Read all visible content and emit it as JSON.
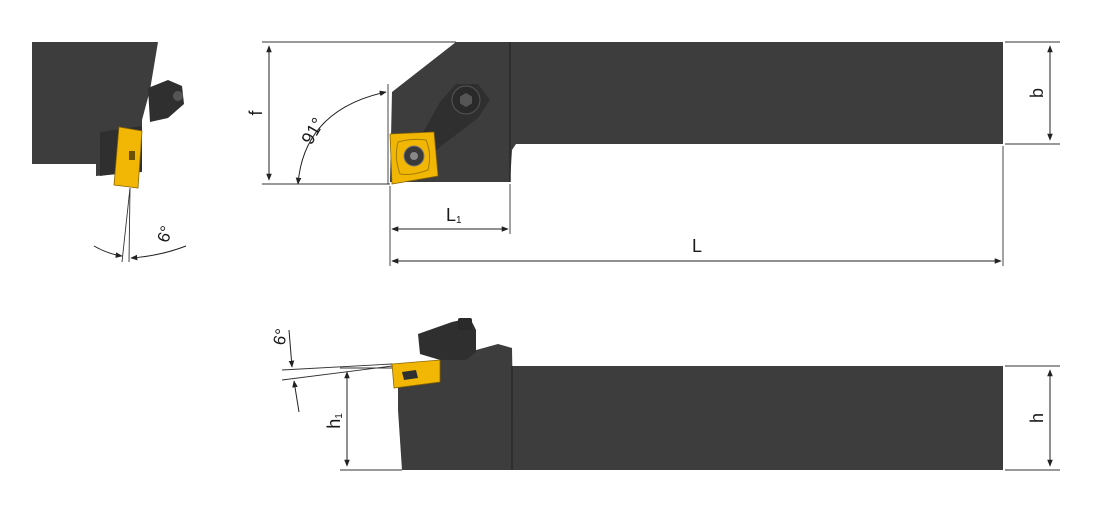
{
  "colors": {
    "tool_body": "#3d3d3d",
    "tool_body_dark": "#2f2f2f",
    "insert": "#f2b705",
    "dimension_lines": "#222222"
  },
  "icons": [
    "hex-socket-screw-icon",
    "insert-center-screw-icon",
    "clamp-lever-icon"
  ],
  "labels": {
    "f": "f",
    "angle_91": "91°",
    "L1": "L",
    "L1_sub": "1",
    "L": "L",
    "b": "b",
    "h": "h",
    "h1": "h",
    "h1_sub": "1",
    "side_angle": "6°",
    "front_angle": "6°"
  }
}
